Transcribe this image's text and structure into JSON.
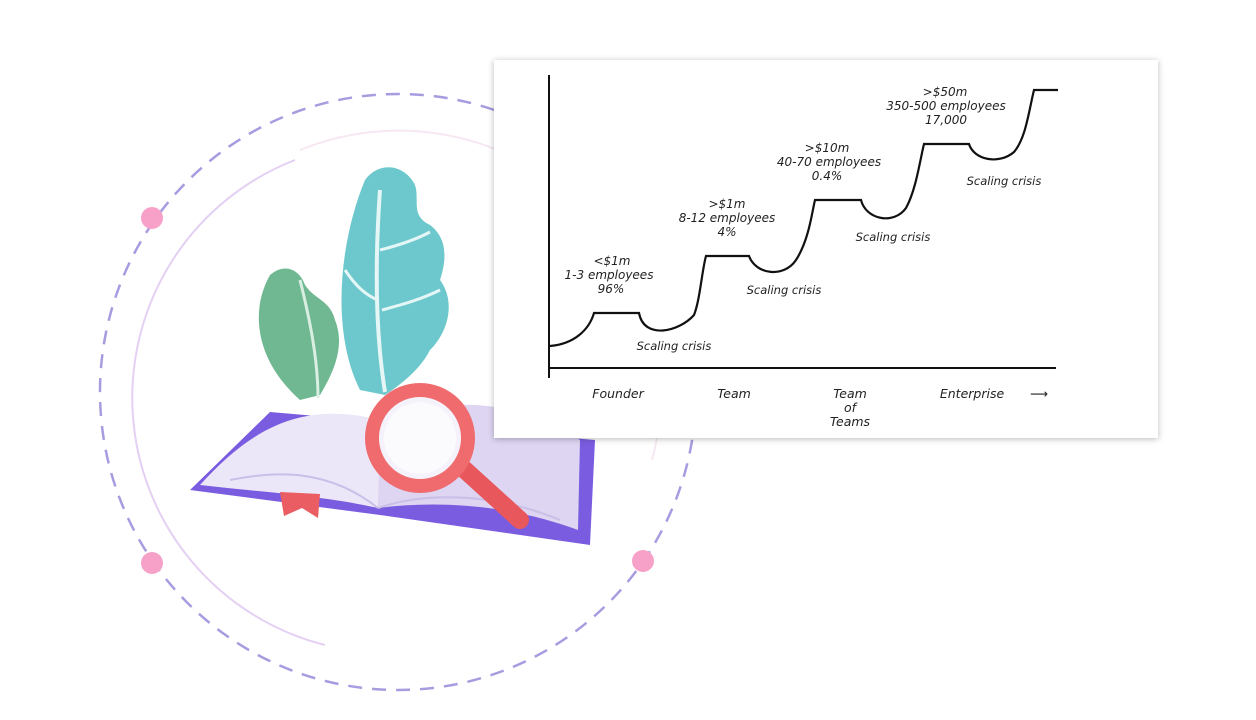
{
  "chart_data": {
    "type": "line",
    "x_axis_labels": [
      "Founder",
      "Team",
      "Team of Teams",
      "Enterprise"
    ],
    "team_of_teams_lines": [
      "Team",
      "of",
      "Teams"
    ],
    "axis_arrow": "⟶",
    "stages": [
      {
        "name": "Founder",
        "revenue": "<$1m",
        "employees": "1-3 employees",
        "share": "96%"
      },
      {
        "name": "Team",
        "revenue": ">$1m",
        "employees": "8-12 employees",
        "share": "4%"
      },
      {
        "name": "Team of Teams",
        "revenue": ">$10m",
        "employees": "40-70 employees",
        "share": "0.4%"
      },
      {
        "name": "Enterprise",
        "revenue": ">$50m",
        "employees": "350-500 employees",
        "share": "17,000"
      }
    ],
    "crisis_label": "Scaling crisis",
    "crisis_count": 4,
    "colors": {
      "line": "#111111"
    }
  },
  "illustration": {
    "colors": {
      "ring_dash": "#a99be0",
      "ring_inner": "#f3cfe6",
      "dots": "#f7a1c8",
      "leaf_teal": "#6cc8cc",
      "leaf_green": "#6fb891",
      "book_cover": "#7a5ce0",
      "book_pages": "#e6e0f4",
      "magnifier": "#ef6b6e",
      "bookmark": "#e95d63"
    },
    "icons": [
      "book-icon",
      "magnifier-icon",
      "leaves-icon"
    ]
  }
}
